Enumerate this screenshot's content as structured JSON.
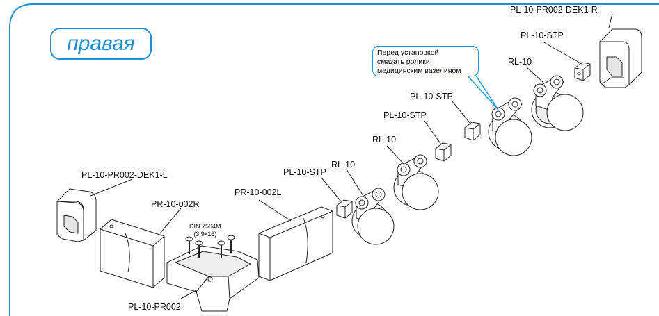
{
  "title": "правая",
  "note": {
    "lines": [
      "Перед установкой",
      "смазать ролики",
      "медицинским вазелином"
    ]
  },
  "parts": {
    "end_cap_right": "PL-10-PR002-DEK1-R",
    "end_cap_left": "PL-10-PR002-DEK1-L",
    "stp_1": "PL-10-STP",
    "stp_2": "PL-10-STP",
    "stp_3": "PL-10-STP",
    "stp_4": "PL-10-STP",
    "rl_1": "RL-10",
    "rl_2": "RL-10",
    "rl_3": "RL-10",
    "profile_right": "PR-10-002R",
    "profile_left": "PR-10-002L",
    "corner": "PL-10-PR002",
    "screw": "DIN 7504M\n(3.9x16)"
  },
  "colors": {
    "accent": "#1e8fd0",
    "line": "#222222",
    "fill": "#ffffff",
    "shade": "#d8d8d8"
  }
}
